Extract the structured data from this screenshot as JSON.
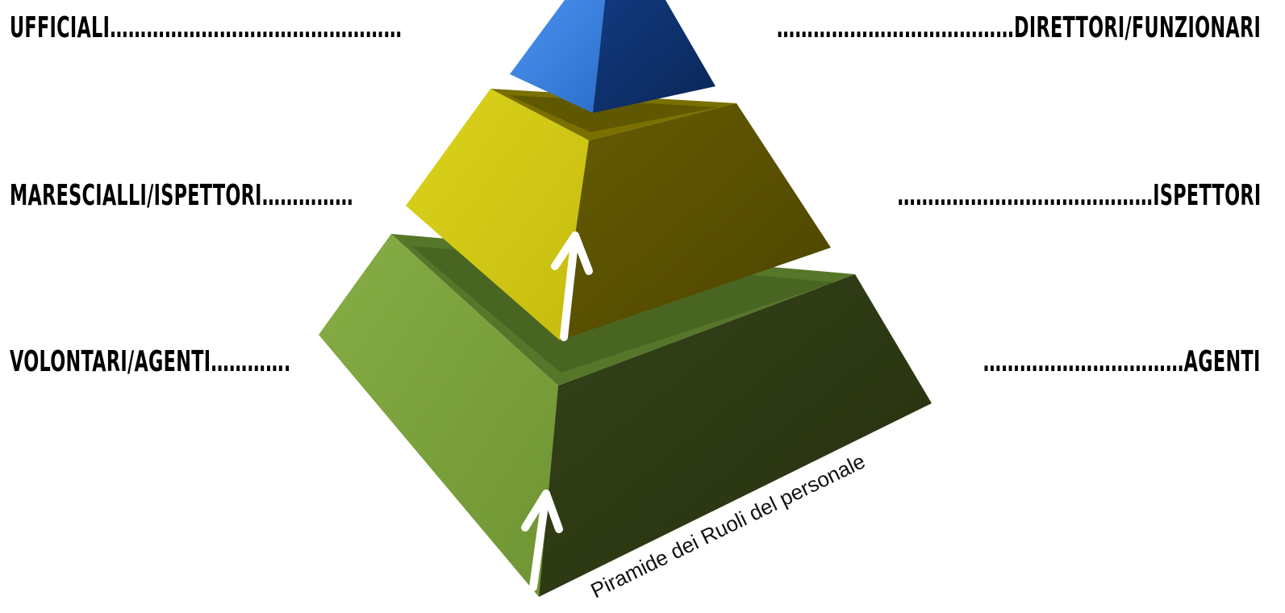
{
  "left_labels": {
    "top": "UFFICIALI…………………………………………",
    "middle": "MARESCIALLI/ISPETTORI……………",
    "bottom": "VOLONTARI/AGENTI…………."
  },
  "right_labels": {
    "top": "…………………………………DIRETTORI/FUNZIONARI",
    "middle": "……………………………………ISPETTORI",
    "bottom": "……………………………AGENTI"
  },
  "caption": "Piramide dei Ruoli del personale",
  "colors": {
    "top_light": "#3a7fd9",
    "top_dark": "#0d2f68",
    "mid_light": "#d2c913",
    "mid_dark": "#5a5100",
    "bot_light": "#79a23c",
    "bot_dark": "#2f3b12",
    "arrow": "#ffffff"
  },
  "icons": [
    "up-arrow-icon",
    "up-arrow-icon"
  ]
}
